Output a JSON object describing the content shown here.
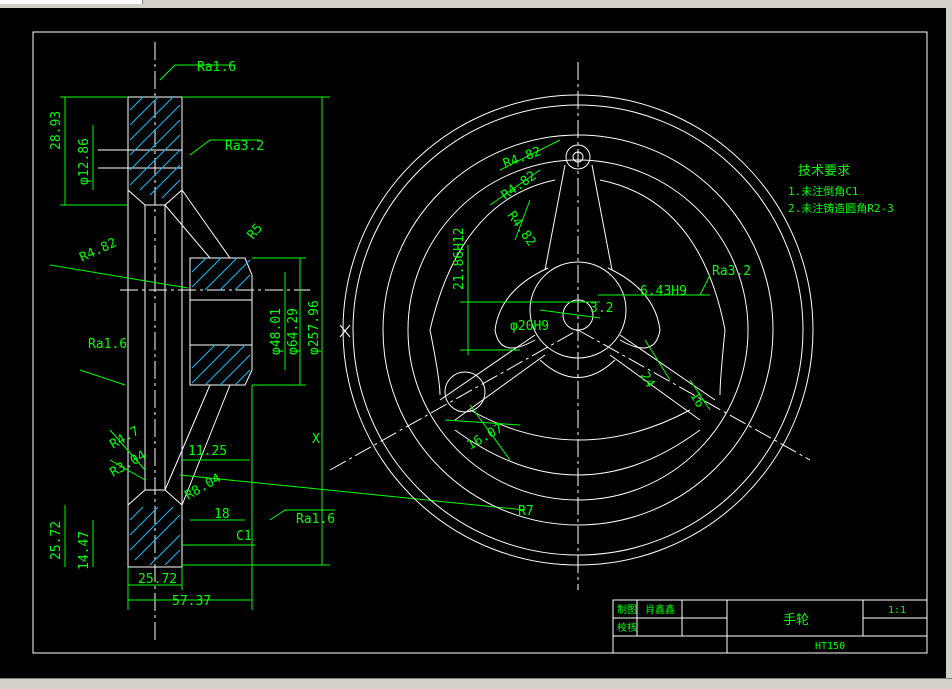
{
  "colors": {
    "background": "#000000",
    "frame": "#ffffff",
    "outline": "#ffffff",
    "dimension": "#00ff00",
    "hatch": "#00bfff",
    "center": "#ffffff"
  },
  "tech_req": {
    "title": "技术要求",
    "items": [
      "1.未注倒角C1",
      "2.未注铸造圆角R2-3"
    ]
  },
  "title_block": {
    "drawn_label": "制图",
    "drawn_name": "肖鑫鑫",
    "check_label": "校核",
    "part_name": "手轮",
    "scale": "1:1",
    "material": "HT150"
  },
  "side_view_dims": {
    "ra_top": "Ra1.6",
    "ra_mid": "Ra3.2",
    "ra_left": "Ra1.6",
    "ra_bottom": "Ra1.6",
    "d_28_93": "28.93",
    "d_12_86": "φ12.86",
    "r4_82": "R4.82",
    "r5": "R5",
    "d_48_01": "φ48.01",
    "d_64_29": "φ64.29",
    "d_257_96": "φ257.96",
    "r4_7": "R4.7",
    "r3_04": "R3.04",
    "r8_04": "R8.04",
    "d_11_25": "11.25",
    "d_18": "18",
    "c1": "C1",
    "x_mark": "X",
    "d_25_72_v": "25.72",
    "d_14_47": "14.47",
    "d_25_72_h": "25.72",
    "d_57_37": "57.37"
  },
  "front_view_dims": {
    "r4_82_a": "R4.82",
    "r4_82_b": "R4.82",
    "r4_82_c": "R4.82",
    "d_21_86": "21.86H12",
    "d_3_2": "3.2",
    "d_6_43": "6.43H9",
    "ra32": "Ra3.2",
    "d_phi20": "φ20H9",
    "d_24": "24",
    "d_16": "16",
    "d_16_07": "16.07",
    "r7": "R7"
  }
}
